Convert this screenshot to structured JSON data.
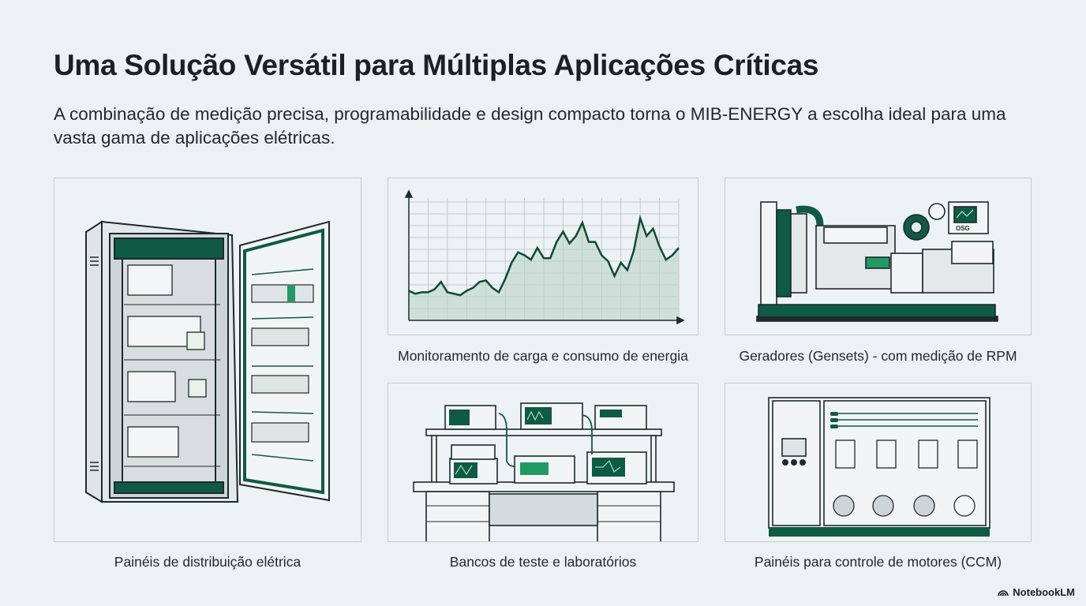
{
  "slide": {
    "title": "Uma Solução Versátil para Múltiplas Aplicações Críticas",
    "subtitle": "A combinação de medição precisa, programabilidade e design compacto torna o MIB-ENERGY a escolha ideal para uma vasta gama de aplicações elétricas.",
    "colors": {
      "background": "#ecf1f3",
      "accent_dark_green": "#0f5a43",
      "accent_bright_green": "#1f9a63",
      "text": "#1c2126",
      "panel_border": "#c6ccd0"
    }
  },
  "applications": [
    {
      "id": "distribution-panel",
      "caption": "Painéis de distribuição elétrica",
      "illustration": "electrical-cabinet-icon"
    },
    {
      "id": "load-monitoring",
      "caption": "Monitoramento de carga e consumo de energia",
      "illustration": "line-chart-icon"
    },
    {
      "id": "gensets",
      "caption": "Geradores (Gensets) - com medição de RPM",
      "illustration": "generator-icon",
      "panel_label": "OSG"
    },
    {
      "id": "test-benches",
      "caption": "Bancos de teste e laboratórios",
      "illustration": "lab-bench-icon"
    },
    {
      "id": "mcc",
      "caption": "Painéis para controle de motores (CCM)",
      "illustration": "motor-control-panel-icon"
    }
  ],
  "chart_data": {
    "type": "line",
    "title": "",
    "xlabel": "",
    "ylabel": "",
    "grid": true,
    "x": [
      0,
      1,
      2,
      3,
      4,
      5,
      6,
      7,
      8,
      9,
      10,
      11,
      12,
      13,
      14,
      15,
      16,
      17,
      18,
      19,
      20,
      21,
      22,
      23,
      24,
      25,
      26,
      27,
      28,
      29,
      30,
      31,
      32,
      33,
      34,
      35,
      36,
      37,
      38,
      39,
      40,
      41,
      42
    ],
    "series": [
      {
        "name": "consumo",
        "values": [
          2.0,
          1.8,
          1.9,
          1.9,
          2.1,
          2.6,
          1.9,
          1.8,
          1.7,
          2.0,
          2.2,
          2.6,
          2.7,
          2.2,
          1.9,
          2.8,
          3.9,
          4.6,
          4.4,
          4.1,
          4.9,
          4.2,
          4.2,
          5.3,
          6.0,
          5.2,
          5.7,
          6.6,
          5.3,
          5.3,
          4.4,
          4.0,
          3.0,
          3.9,
          3.4,
          4.7,
          6.9,
          5.7,
          6.2,
          5.0,
          4.1,
          4.4,
          4.9
        ]
      }
    ],
    "ylim": [
      0,
      8
    ]
  },
  "footer": {
    "brand": "NotebookLM"
  }
}
